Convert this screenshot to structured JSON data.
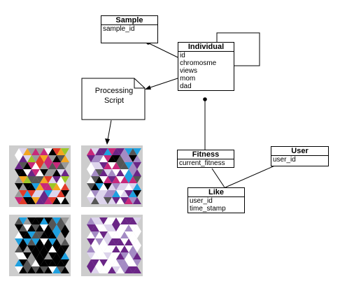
{
  "entities": {
    "sample": {
      "title": "Sample",
      "fields": [
        "sample_id"
      ]
    },
    "individual": {
      "title": "Individual",
      "fields": [
        "id",
        "chromosme",
        "views",
        "mom",
        "dad"
      ]
    },
    "fitness": {
      "title": "Fitness",
      "fields": [
        "current_fitness"
      ]
    },
    "user": {
      "title": "User",
      "fields": [
        "user_id"
      ]
    },
    "like": {
      "title": "Like",
      "fields": [
        "user_id",
        "time_stamp"
      ]
    }
  },
  "script": {
    "line1": "Processing",
    "line2": "Script"
  },
  "palette": {
    "purple": "#6a2586",
    "magenta": "#c8287a",
    "blue": "#1ea0e0",
    "lime": "#9bc628",
    "orange": "#f4a622",
    "red": "#e23a2a",
    "black": "#000000",
    "dark_gray": "#555555",
    "gray": "#9a9a9a",
    "light_gray": "#cdcdcd",
    "white": "#ffffff",
    "lavender": "#ddd4ec",
    "light_purple": "#a48bc4"
  }
}
